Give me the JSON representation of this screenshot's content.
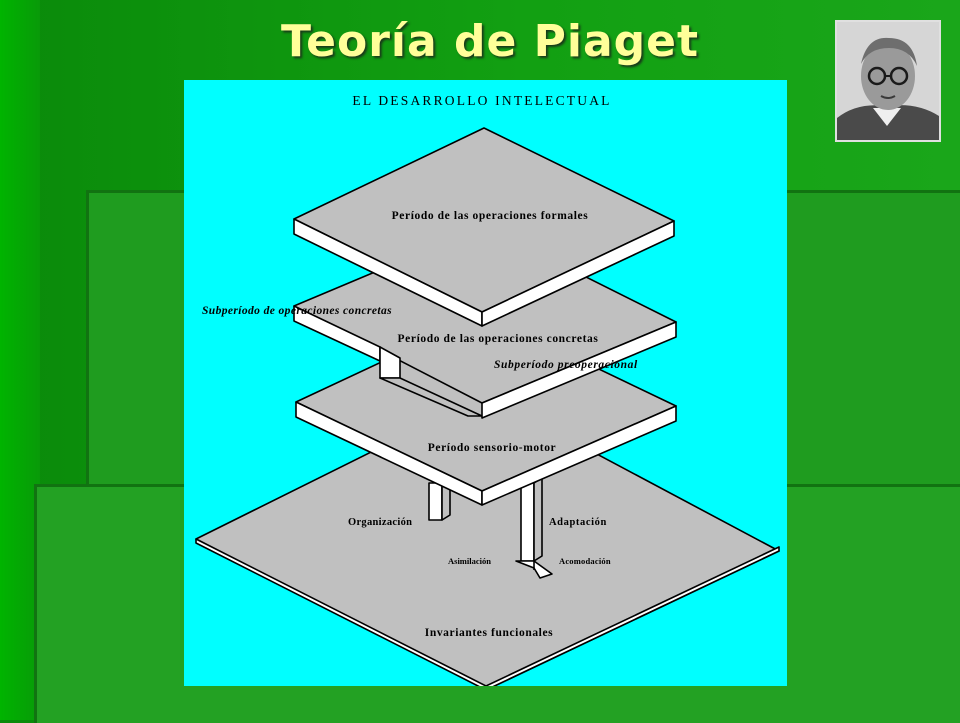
{
  "slide": {
    "title": "Teoría de Piaget"
  },
  "portrait": {
    "icon": "portrait-photo-icon"
  },
  "diagram": {
    "heading": "EL DESARROLLO INTELECTUAL",
    "labels": {
      "formal": "Período de las operaciones formales",
      "sub_concrete": "Subperíodo de operaciones concretas",
      "concrete": "Período de las operaciones concretas",
      "sub_preop": "Subperíodo preoperacional",
      "sensorimotor": "Período sensorio-motor",
      "organization": "Organización",
      "adaptation": "Adaptación",
      "assimilation": "Asimilación",
      "accommodation": "Acomodación",
      "invariants": "Invariantes funcionales"
    },
    "colors": {
      "background": "#00FFFF",
      "slab_top": "#C0C0C0",
      "slab_side": "#FFFFFF",
      "outline": "#000000"
    }
  }
}
